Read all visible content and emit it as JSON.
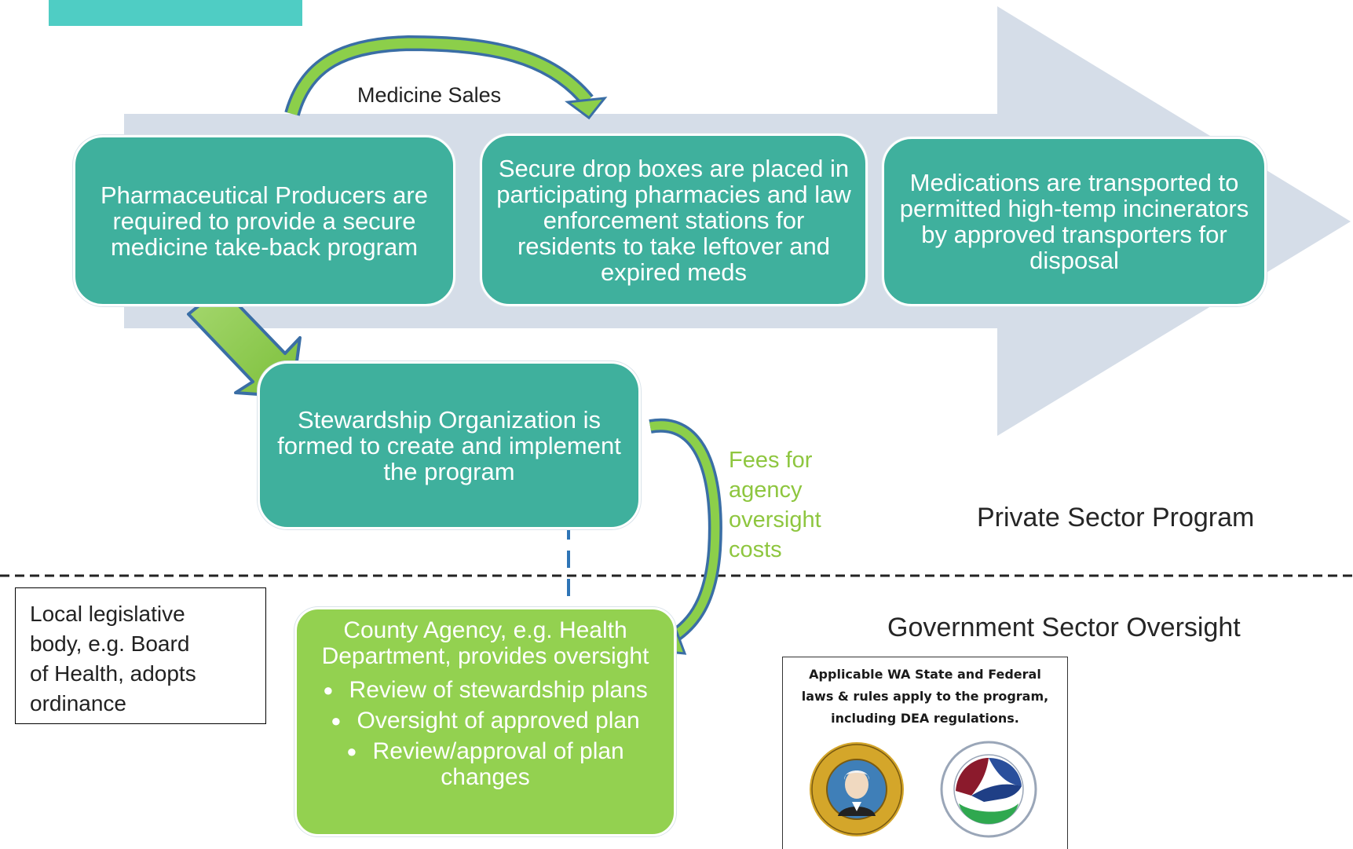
{
  "top_label": "Medicine Sales",
  "process_steps": [
    "Pharmaceutical Producers are required to provide a secure medicine take-back program",
    "Secure drop boxes are placed in participating pharmacies and law enforcement stations for residents to take leftover and expired meds",
    "Medications are transported to permitted high-temp incinerators by approved transporters for disposal"
  ],
  "stewardship": "Stewardship Organization is formed to create and implement the program",
  "fees_label": {
    "lines": [
      "Fees for",
      "agency",
      "oversight",
      "costs"
    ]
  },
  "private_sector_label": "Private Sector Program",
  "government_sector_label": "Government Sector Oversight",
  "local_legislative": {
    "lines": [
      "Local legislative",
      "body, e.g. Board",
      "of Health, adopts",
      "ordinance"
    ]
  },
  "county_agency": {
    "heading_lines": [
      "County Agency, e.g. Health",
      "Department, provides oversight"
    ],
    "bullets": [
      "Review of stewardship plans",
      "Oversight of approved plan",
      "Review/approval of plan",
      "changes"
    ]
  },
  "laws_box": {
    "lines": [
      "Applicable WA State and Federal",
      "laws & rules apply to the program,",
      "including DEA regulations."
    ]
  },
  "colors": {
    "teal": "#3fb09d",
    "green": "#93d150",
    "arrow": "#d5dde8",
    "fees_text": "#8ec63f",
    "arrow_outline": "#3a6ea5"
  },
  "icons": [
    "wa-state-seal-icon",
    "dea-seal-icon"
  ]
}
